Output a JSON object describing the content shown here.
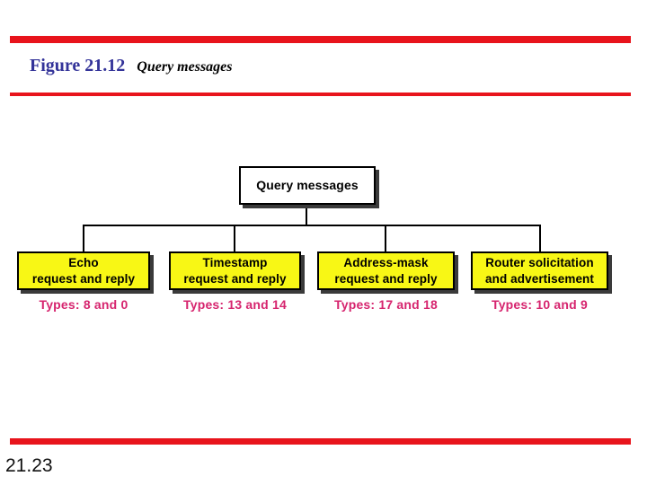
{
  "slide": {
    "figure_label": "Figure 21.12",
    "figure_caption": "Query messages",
    "page_number": "21.23"
  },
  "colors": {
    "accent_red": "#e8141c",
    "figure_label_blue": "#333399",
    "node_yellow": "#f8f715",
    "types_magenta": "#d6246e",
    "shadow_gray": "#3a3a3a"
  },
  "diagram": {
    "root": {
      "label": "Query messages"
    },
    "children": [
      {
        "line1": "Echo",
        "line2": "request and reply",
        "types": "Types: 8 and 0"
      },
      {
        "line1": "Timestamp",
        "line2": "request and reply",
        "types": "Types: 13 and 14"
      },
      {
        "line1": "Address-mask",
        "line2": "request and reply",
        "types": "Types: 17 and 18"
      },
      {
        "line1": "Router solicitation",
        "line2": "and advertisement",
        "types": "Types: 10 and 9"
      }
    ]
  }
}
